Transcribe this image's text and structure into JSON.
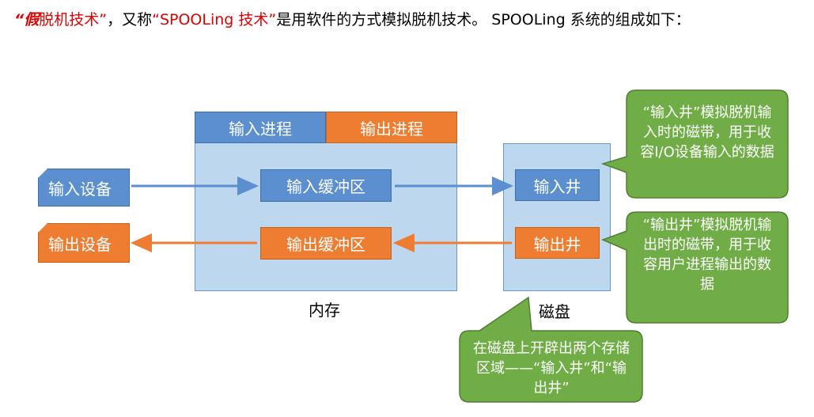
{
  "header": {
    "part1": "“假",
    "part2": "脱机技术”",
    "part3": "，又称",
    "part4": "“SPOOLing 技术”",
    "part5": "是用软件的方式模拟脱机技术。 SPOOLing 系统的组成如下："
  },
  "memory": {
    "input_process": "输入进程",
    "output_process": "输出进程",
    "input_buffer": "输入缓冲区",
    "output_buffer": "输出缓冲区",
    "label": "内存"
  },
  "devices": {
    "input_device": "输入设备",
    "output_device": "输出设备"
  },
  "disk": {
    "input_well": "输入井",
    "output_well": "输出井",
    "label": "磁盘"
  },
  "callouts": {
    "input_well_note": "“输入井”模拟脱机输入时的磁带，用于收容I/O设备输入的数据",
    "output_well_note": "“输出井”模拟脱机输出时的磁带，用于收容用户进程输出的数据",
    "disk_note": "在磁盘上开辟出两个存储区域——“输入井”和“输出井”"
  },
  "colors": {
    "blue": "#5b8fd0",
    "orange": "#ee7d31",
    "light_blue_panel": "#bdd7ee",
    "green_callout": "#70ad47",
    "header_red": "#e00000"
  }
}
